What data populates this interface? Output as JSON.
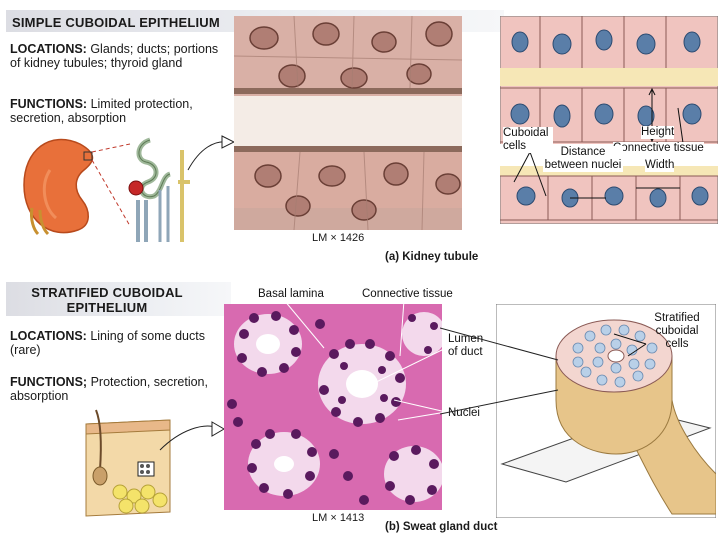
{
  "top": {
    "title": "SIMPLE  CUBOIDAL EPITHELIUM",
    "locations_label": "LOCATIONS:",
    "locations_text": "Glands; ducts; portions of kidney tubules; thyroid gland",
    "functions_label": "FUNCTIONS:",
    "functions_text": "Limited protection, secretion, absorption",
    "lm": "LM × 1426",
    "caption": "(a) Kidney tubule",
    "diagram_labels": {
      "cuboidal_cells": "Cuboidal cells",
      "height": "Height",
      "connective_tissue": "Connective tissue",
      "distance": "Distance between nuclei",
      "width": "Width"
    }
  },
  "bottom": {
    "title": "STRATIFIED CUBOIDAL EPITHELIUM",
    "locations_label": "LOCATIONS:",
    "locations_text": "Lining of some ducts (rare)",
    "functions_label": "FUNCTIONS;",
    "functions_text": "Protection, secretion, absorption",
    "lm": "LM × 1413",
    "caption": "(b) Sweat gland duct",
    "micro_labels": {
      "basal_lamina": "Basal lamina",
      "connective_tissue": "Connective tissue",
      "lumen": "Lumen of duct",
      "nuclei": "Nuclei"
    },
    "diagram_labels": {
      "stratified": "Stratified cuboidal cells"
    }
  }
}
